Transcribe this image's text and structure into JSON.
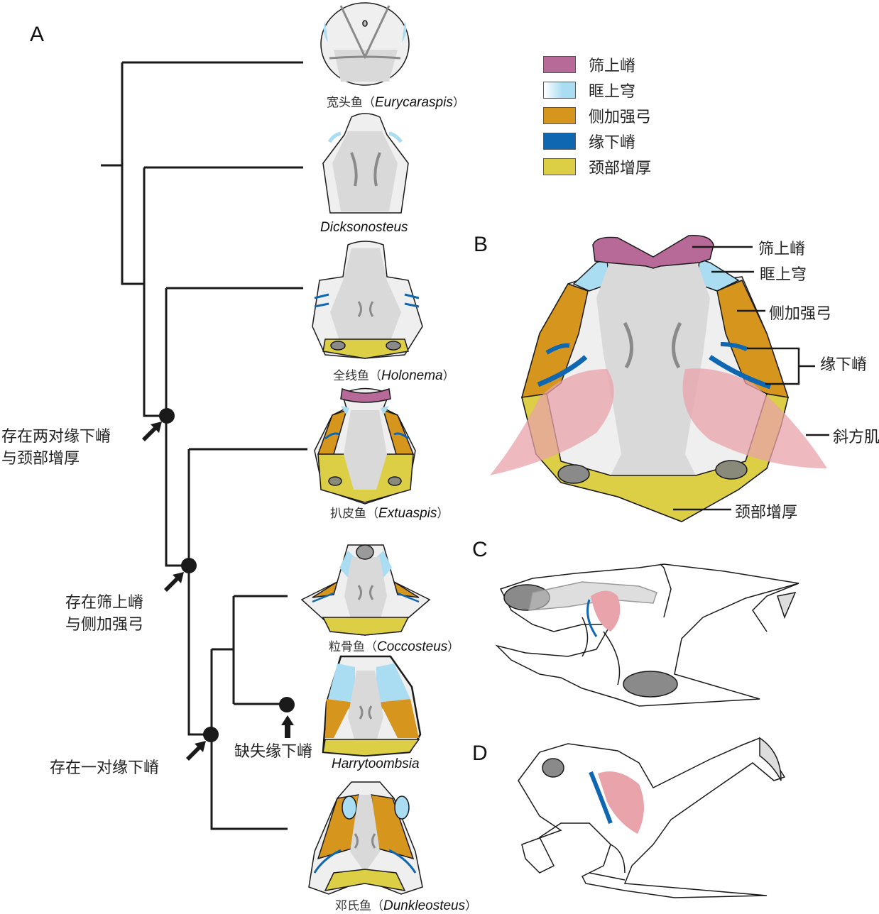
{
  "panels": {
    "a": "A",
    "b": "B",
    "c": "C",
    "d": "D"
  },
  "legend": {
    "items": [
      {
        "label": "筛上嵴",
        "color": "#b76a98"
      },
      {
        "label": "眶上穹",
        "color": "#aadcf2"
      },
      {
        "label": "侧加强弓",
        "color": "#d6961e"
      },
      {
        "label": "缘下嵴",
        "color": "#0f67b1"
      },
      {
        "label": "颈部增厚",
        "color": "#dccf45"
      }
    ]
  },
  "taxa": [
    {
      "cn": "宽头鱼（",
      "latin": "Eurycaraspis",
      "close": "）"
    },
    {
      "cn": "",
      "latin": "Dicksonosteus",
      "close": ""
    },
    {
      "cn": "全线鱼（",
      "latin": "Holonema",
      "close": "）"
    },
    {
      "cn": "扒皮鱼（",
      "latin": "Extuaspis",
      "close": "）"
    },
    {
      "cn": "粒骨鱼（",
      "latin": "Coccosteus",
      "close": "）"
    },
    {
      "cn": "",
      "latin": "Harrytoombsia",
      "close": ""
    },
    {
      "cn": "邓氏鱼（",
      "latin": "Dunkleosteus",
      "close": "）"
    }
  ],
  "node_notes": {
    "two_pairs": [
      "存在两对缘下嵴",
      "与颈部增厚"
    ],
    "supraethmoid": [
      "存在筛上嵴",
      "与侧加强弓"
    ],
    "one_pair": "存在一对缘下嵴",
    "loss": "缺失缘下嵴"
  },
  "panel_b_labels": {
    "supraethmoid": "筛上嵴",
    "supraorbital": "眶上穹",
    "lateral_arch": "侧加强弓",
    "submarginal": "缘下嵴",
    "trapezius": "斜方肌",
    "nuchal": "颈部增厚"
  },
  "colors": {
    "bone": "#d9d9d9",
    "bone_light": "#efefef",
    "muscle": "#e8a3ab",
    "line": "#1a1a1a",
    "dark_grey": "#8a8a8a"
  }
}
